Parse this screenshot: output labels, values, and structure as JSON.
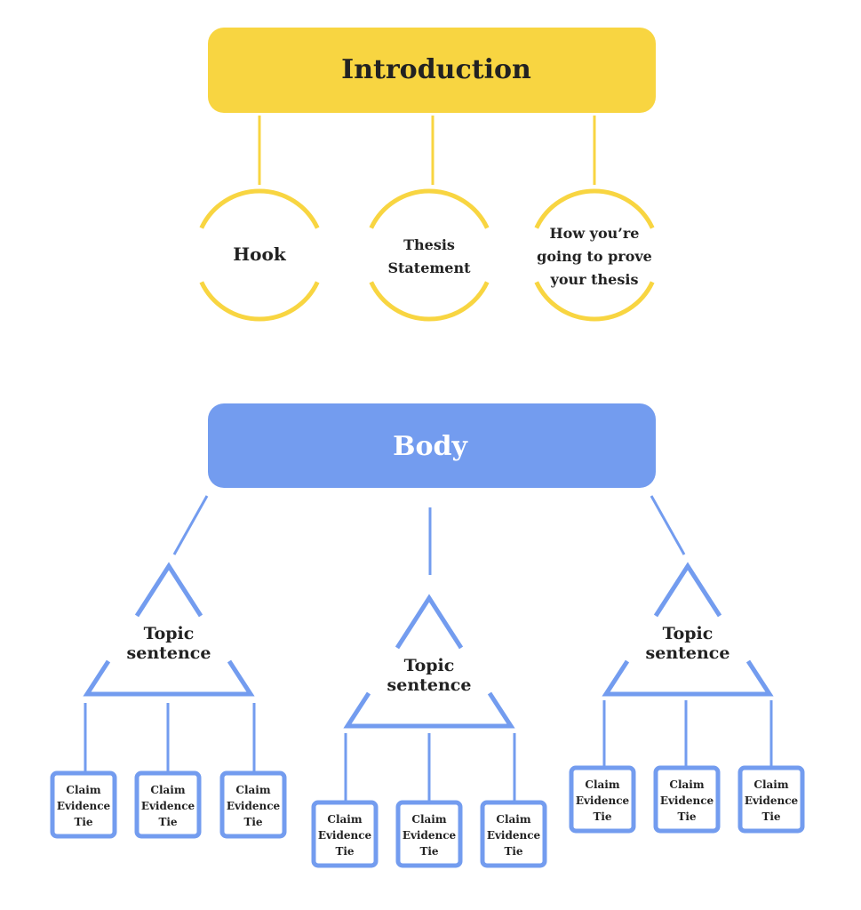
{
  "colors": {
    "intro_fill": "#F8D541",
    "body_fill": "#739CEF",
    "intro_line": "#F8D541",
    "body_line": "#739CEF",
    "text_dark": "#222222",
    "text_light": "#ffffff"
  },
  "intro": {
    "title": "Introduction",
    "circles": [
      {
        "lines": [
          "Hook"
        ]
      },
      {
        "lines": [
          "Thesis",
          "Statement"
        ]
      },
      {
        "lines": [
          "How you’re",
          "going to prove",
          "your thesis"
        ]
      }
    ]
  },
  "body": {
    "title": "Body",
    "branches": [
      {
        "topic_lines": [
          "Topic",
          "sentence"
        ],
        "boxes": [
          {
            "lines": [
              "Claim",
              "Evidence",
              "Tie"
            ]
          },
          {
            "lines": [
              "Claim",
              "Evidence",
              "Tie"
            ]
          },
          {
            "lines": [
              "Claim",
              "Evidence",
              "Tie"
            ]
          }
        ]
      },
      {
        "topic_lines": [
          "Topic",
          "sentence"
        ],
        "boxes": [
          {
            "lines": [
              "Claim",
              "Evidence",
              "Tie"
            ]
          },
          {
            "lines": [
              "Claim",
              "Evidence",
              "Tie"
            ]
          },
          {
            "lines": [
              "Claim",
              "Evidence",
              "Tie"
            ]
          }
        ]
      },
      {
        "topic_lines": [
          "Topic",
          "sentence"
        ],
        "boxes": [
          {
            "lines": [
              "Claim",
              "Evidence",
              "Tie"
            ]
          },
          {
            "lines": [
              "Claim",
              "Evidence",
              "Tie"
            ]
          },
          {
            "lines": [
              "Claim",
              "Evidence",
              "Tie"
            ]
          }
        ]
      }
    ]
  }
}
